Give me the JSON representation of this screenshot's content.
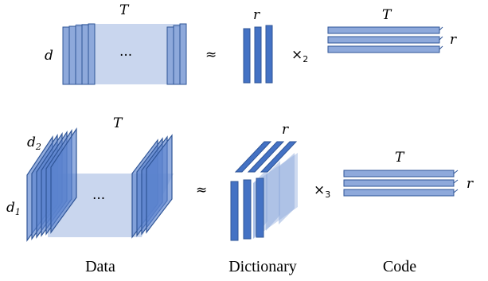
{
  "top_row": {
    "data_width_label": "T",
    "data_height_label": "d",
    "ellipsis": "...",
    "approx": "≈",
    "dictionary_label": "r",
    "mode_product": "×",
    "mode_index": "2",
    "code_width_label": "T",
    "code_height_label": "r"
  },
  "bottom_row": {
    "data_width_label": "T",
    "data_dim1_base": "d",
    "data_dim1_sub": "1",
    "data_dim2_base": "d",
    "data_dim2_sub": "2",
    "ellipsis": "...",
    "approx": "≈",
    "dictionary_label": "r",
    "mode_product": "×",
    "mode_index": "3",
    "code_width_label": "T",
    "code_height_label": "r"
  },
  "captions": {
    "data": "Data",
    "dictionary": "Dictionary",
    "code": "Code"
  },
  "colors": {
    "slice_fill": "#8EA9DB",
    "slice_dark": "#4472C4",
    "slice_stroke": "#2F5597",
    "panel_fill": "#C5D3EC"
  }
}
